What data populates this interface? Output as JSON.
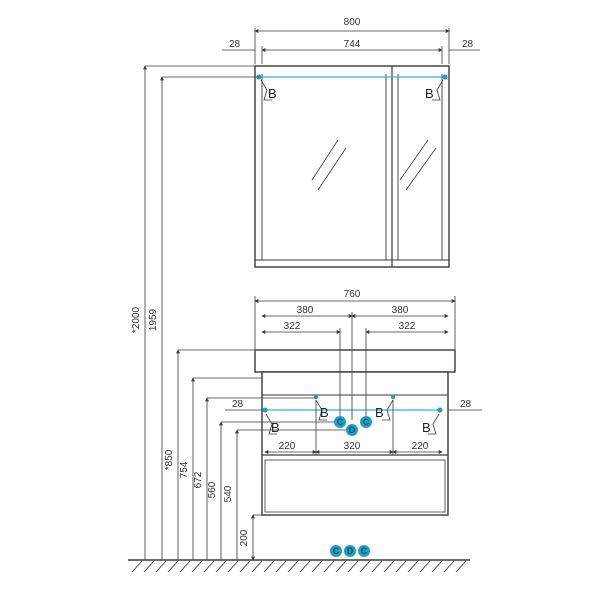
{
  "colors": {
    "outline": "#3a3a3a",
    "connection": "#1e9fc4",
    "connection_light": "#29b6d6",
    "background": "#ffffff"
  },
  "mirror_cabinet": {
    "width_total": "800",
    "width_inner": "744",
    "left_offset": "28",
    "right_offset": "28",
    "bracket_label": "B"
  },
  "vanity": {
    "width_total": "760",
    "half_left": "380",
    "half_right": "380",
    "pipe_left": "322",
    "pipe_right": "322",
    "left_offset": "28",
    "right_offset": "28",
    "left_span": "220",
    "center_span": "320",
    "right_span": "220",
    "bracket_label": "B"
  },
  "heights": {
    "total": "*2000",
    "mirror_top": "1959",
    "basin_top": "*850",
    "h754": "754",
    "h672": "672",
    "h560": "560",
    "h540": "540",
    "floor_gap": "200"
  },
  "connections": {
    "cold": "C",
    "drain": "D",
    "hot": "C"
  }
}
